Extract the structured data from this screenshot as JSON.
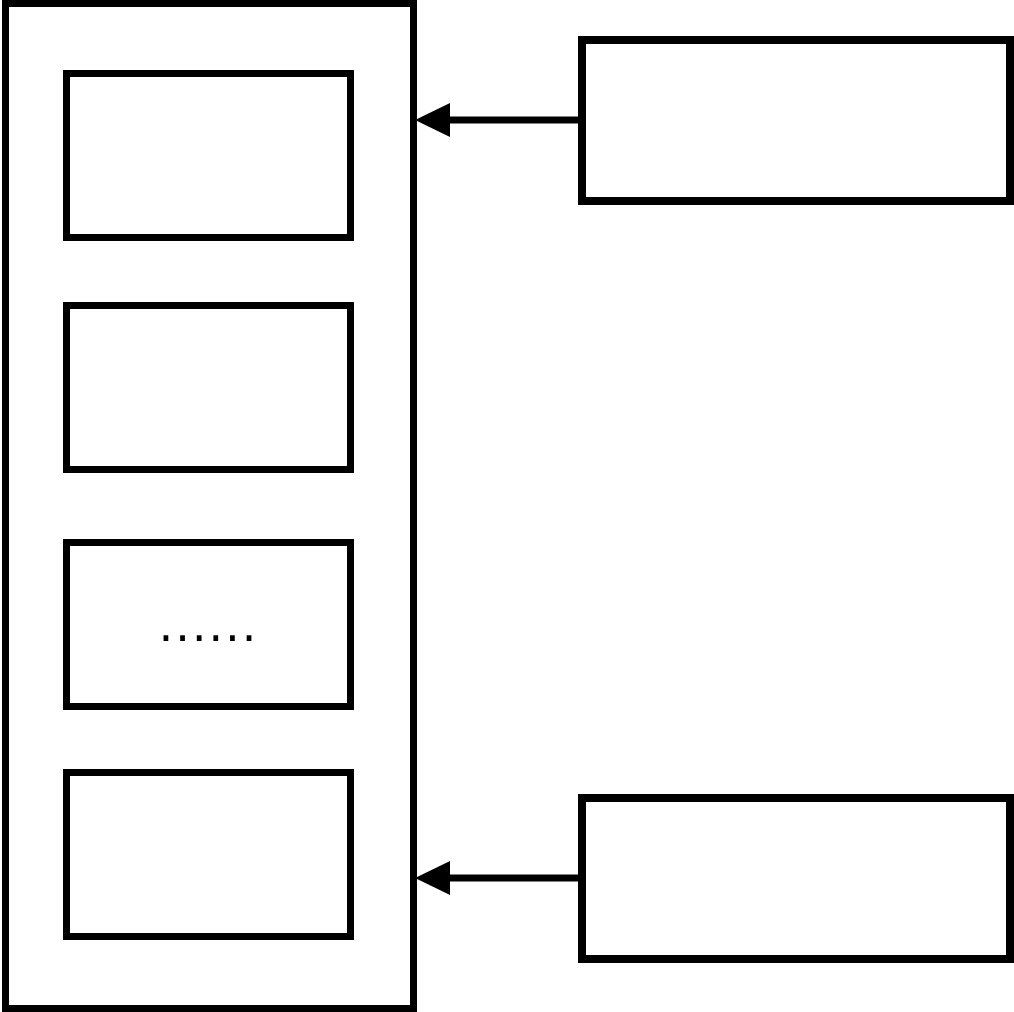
{
  "diagram": {
    "background_color": "#ffffff",
    "stroke_color": "#000000",
    "container": {
      "label": ""
    },
    "stacked_boxes": [
      {
        "label": ""
      },
      {
        "label": ""
      },
      {
        "label": "......"
      },
      {
        "label": ""
      }
    ],
    "side_boxes": [
      {
        "label": ""
      },
      {
        "label": ""
      }
    ],
    "arrows": [
      {
        "from": "side-box-top",
        "to": "stack-container",
        "direction": "left"
      },
      {
        "from": "side-box-bottom",
        "to": "stack-container",
        "direction": "left"
      }
    ]
  }
}
